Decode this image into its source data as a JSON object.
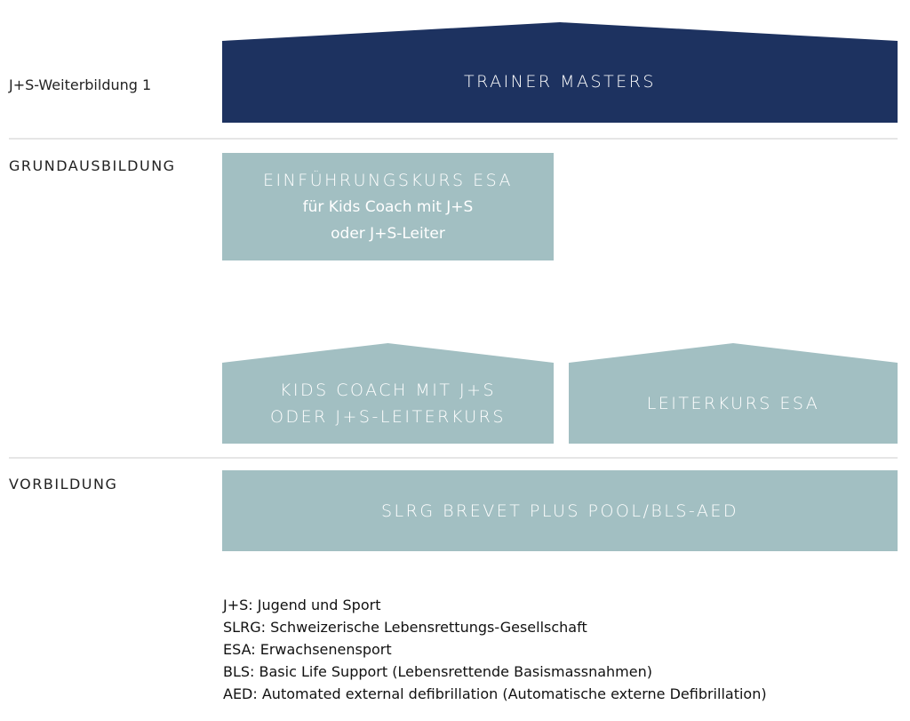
{
  "levels": {
    "weiterbildung": "J+S-Weiterbildung 1",
    "grundausbildung": "GRUNDAUSBILDUNG",
    "vorbildung": "VORBILDUNG"
  },
  "boxes": {
    "trainer_masters": "TRAINER MASTERS",
    "einfuehrung_title": "EINFÜHRUNGSKURS ESA",
    "einfuehrung_line2": "für Kids Coach mit J+S",
    "einfuehrung_line3": "oder J+S-Leiter",
    "kids_line1": "KIDS COACH MIT J+S",
    "kids_line2": "ODER J+S-LEITERKURS",
    "leiterkurs": "LEITERKURS ESA",
    "slrg": "SLRG BREVET PLUS POOL/BLS-AED"
  },
  "legend": [
    "J+S: Jugend und Sport",
    "SLRG: Schweizerische Lebensrettungs-Gesellschaft",
    "ESA: Erwachsenensport",
    "BLS: Basic Life Support (Lebensrettende Basismassnahmen)",
    "AED: Automated external defibrillation (Automatische externe Defibrillation)"
  ],
  "colors": {
    "navy": "#1d3260",
    "teal": "#a2bfc2"
  }
}
